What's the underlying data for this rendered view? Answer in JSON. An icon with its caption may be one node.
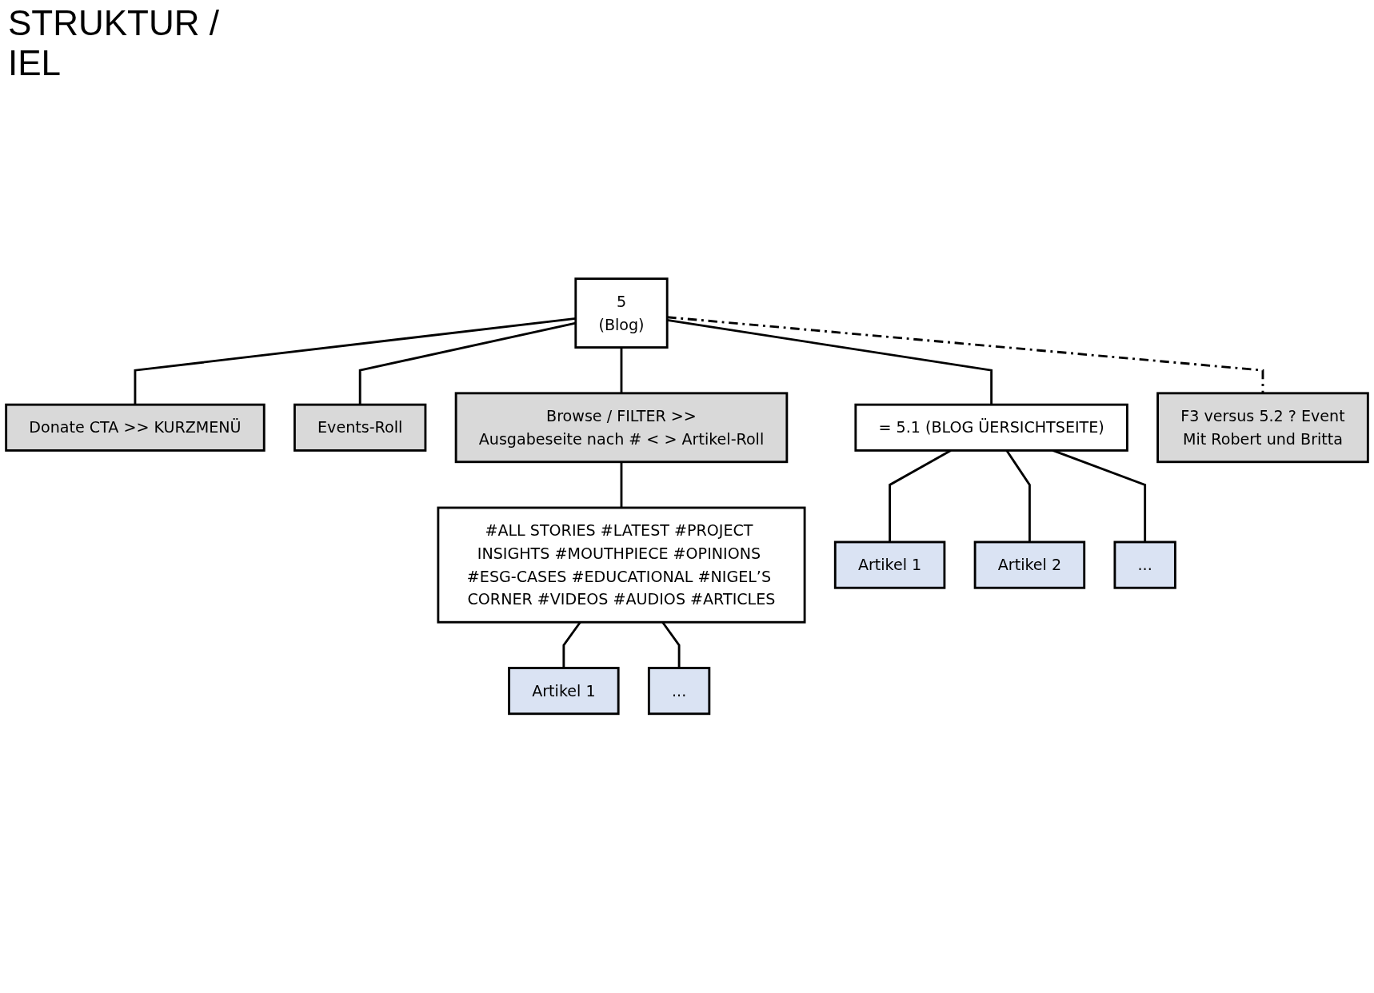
{
  "diagram": {
    "title": "STRUKTUR / IEL",
    "nodes": [
      {
        "text": [
          "5",
          "(Blog)"
        ]
      },
      {
        "text": [
          "Donate CTA >> KURZMENÜ"
        ]
      },
      {
        "text": [
          "Events-Roll"
        ]
      },
      {
        "text": [
          "= 5.1 (BLOG ÜERSICHTSEITE)"
        ]
      },
      {
        "text": [
          "Browse / FILTER >>",
          "Ausgabeseite nach # < > Artikel-Roll"
        ]
      },
      {
        "text": [
          "F3 versus 5.2 ? Event",
          "Mit Robert und Britta"
        ]
      },
      {
        "text": [
          "#ALL STORIES #LATEST #PROJECT INSIGHTS #MOUTHPIECE #OPINIONS #ESG-CASES #EDUCATIONAL #NIGEL’S CORNER #VIDEOS #AUDIOS #ARTICLES"
        ]
      },
      {
        "text": [
          "Artikel 1"
        ]
      },
      {
        "text": [
          "Artikel 2"
        ]
      },
      {
        "text": [
          "..."
        ]
      },
      {
        "text": [
          "Artikel 1"
        ]
      },
      {
        "text": [
          "..."
        ]
      }
    ],
    "edges": [
      {
        "from": 0,
        "to": 1,
        "arrow": "none"
      },
      {
        "from": 0,
        "to": 2,
        "arrow": "none"
      },
      {
        "from": 0,
        "to": 3,
        "arrow": "none"
      },
      {
        "from": 0,
        "to": 4,
        "arrow": "none"
      },
      {
        "from": 0,
        "to": 5,
        "arrow": "none",
        "style": "dashed"
      },
      {
        "from": 4,
        "to": 6,
        "arrow": "none"
      },
      {
        "from": 3,
        "to": 7,
        "arrow": "none"
      },
      {
        "from": 3,
        "to": 8,
        "arrow": "none"
      },
      {
        "from": 3,
        "to": 9,
        "arrow": "none"
      },
      {
        "from": 6,
        "to": 10,
        "arrow": "none"
      },
      {
        "from": 6,
        "to": 11,
        "arrow": "none"
      }
    ]
  }
}
